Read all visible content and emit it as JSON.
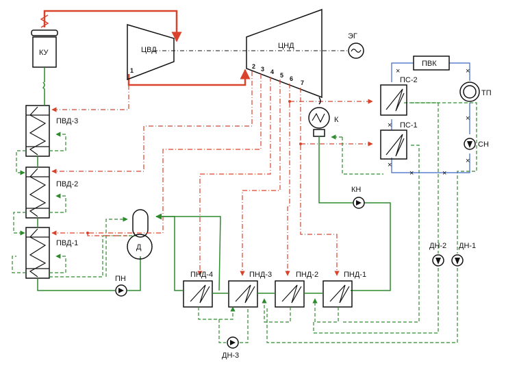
{
  "labels": {
    "ku": "КУ",
    "cvd": "ЦВД",
    "cnd": "ЦНД",
    "eg": "ЭГ",
    "pvk": "ПВК",
    "ps2": "ПС-2",
    "ps1": "ПС-1",
    "tp": "ТП",
    "sn": "СН",
    "k": "К",
    "kn": "КН",
    "pvd3": "ПВД-3",
    "pvd2": "ПВД-2",
    "pvd1": "ПВД-1",
    "d": "Д",
    "pn": "ПН",
    "pnd4": "ПНД-4",
    "pnd3": "ПНД-3",
    "pnd2": "ПНД-2",
    "pnd1": "ПНД-1",
    "dn3": "ДН-3",
    "dn2": "ДН-2",
    "dn1": "ДН-1"
  },
  "extraction_numbers": [
    "1",
    "2",
    "3",
    "4",
    "5",
    "6",
    "7"
  ],
  "colors": {
    "steam": "#d9432c",
    "water": "#2d8a2d",
    "network": "#3a66c4",
    "outline": "#111111"
  }
}
